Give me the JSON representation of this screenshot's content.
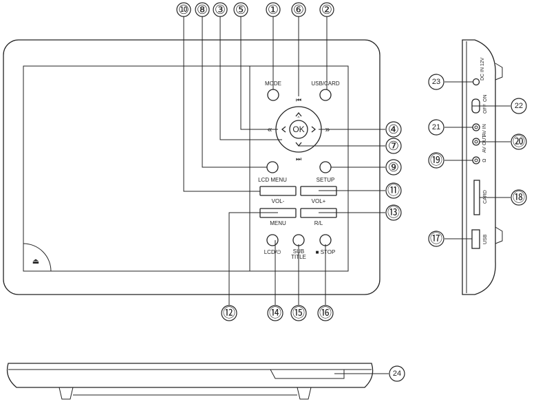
{
  "labels": {
    "mode": "MODE",
    "usb_card": "USB/CARD",
    "ok": "OK",
    "lcd_menu": "LCD MENU",
    "setup": "SETUP",
    "vol_minus": "VOL-",
    "vol_plus": "VOL+",
    "menu": "MENU",
    "rl": "R/L",
    "lcd_power": "LCD/⏻",
    "sub": "SUB",
    "title": "TITLE",
    "stop": "■ STOP",
    "eject": "⏏",
    "dc_in": "DC IN 12V",
    "on": "ON",
    "off": "OFF",
    "av_in": "AV IN",
    "av_out": "AV OUT",
    "headphone": "Ω",
    "card": "CARD",
    "usb": "USB",
    "prev": "⏮",
    "next": "⏭",
    "rew": "«",
    "ffwd": "»"
  },
  "callouts": {
    "n1": "①",
    "n2": "②",
    "n3": "③",
    "n4": "④",
    "n5": "⑤",
    "n6": "⑥",
    "n7": "⑦",
    "n8": "⑧",
    "n9": "⑨",
    "n10": "⑩",
    "n11": "⑪",
    "n12": "⑫",
    "n13": "⑬",
    "n14": "⑭",
    "n15": "⑮",
    "n16": "⑯",
    "n17": "⑰",
    "n18": "⑱",
    "n19": "⑲",
    "n20": "⑳",
    "n21": "21",
    "n22": "22",
    "n23": "23",
    "n24": "24"
  }
}
